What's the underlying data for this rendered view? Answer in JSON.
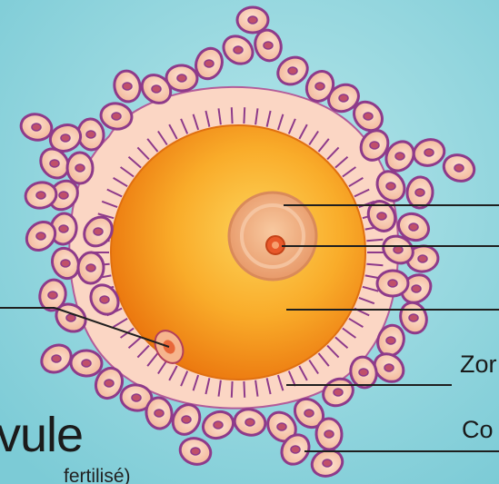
{
  "labels": {
    "zona": "Zor",
    "corona": "Co"
  },
  "title": {
    "main": "vule",
    "sub": "fertilisé)"
  },
  "colors": {
    "background": "#8fd3dc",
    "cell_fill": "#f7c3a4",
    "cell_stroke": "#8e3a8a",
    "corona_zone": "#fbd2c0",
    "egg_center": "#fbbd3e",
    "egg_edge": "#ef7f10",
    "nucleus": "#f2b084",
    "nucleolus": "#e85a2a",
    "pointer_line": "#1f1f1f"
  }
}
